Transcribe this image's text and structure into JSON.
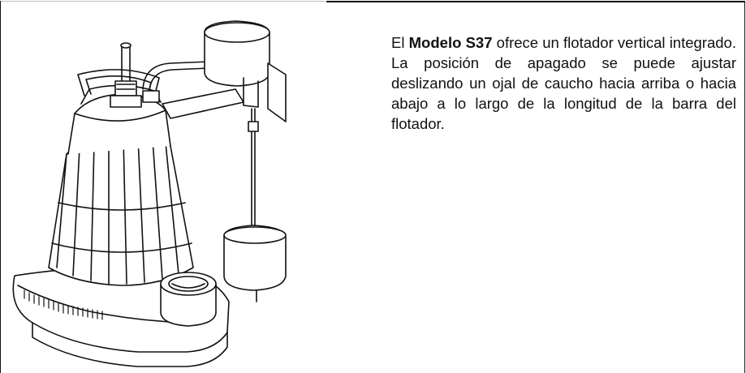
{
  "description": {
    "lead": "El ",
    "model": "Modelo S37",
    "body": " ofrece un flotador vertical integrado. La posición de apagado se puede ajustar deslizando un ojal de caucho hacia arriba o hacia abajo a lo largo de la longitud de la barra del flotador."
  },
  "illustration": {
    "icon": "sump-pump-with-vertical-float-illustration"
  }
}
